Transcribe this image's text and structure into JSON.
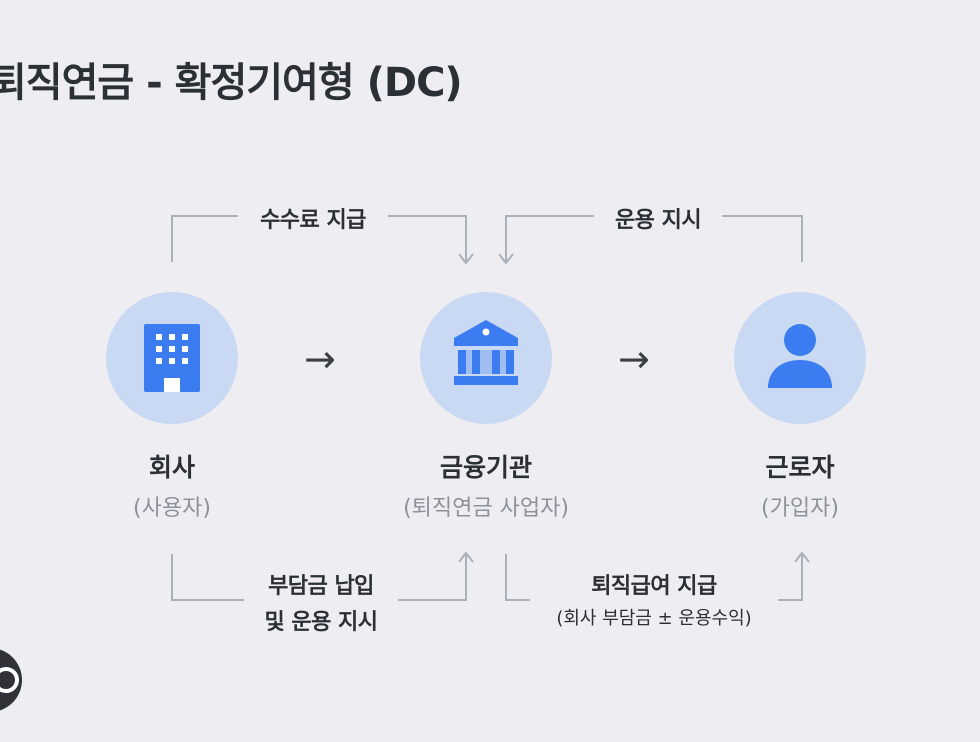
{
  "title": "퇴직연금 - 확정기여형 (DC)",
  "colors": {
    "background": "#eeeef2",
    "circle": "#c9d8f3",
    "icon": "#3b7cf0",
    "line": "#aab0ba",
    "text": "#2b2f36",
    "subtext": "#8c929c"
  },
  "nodes": {
    "company": {
      "name": "회사",
      "sub": "(사용자)",
      "icon": "building-icon"
    },
    "institution": {
      "name": "금융기관",
      "sub": "(퇴직연금 사업자)",
      "icon": "bank-icon"
    },
    "worker": {
      "name": "근로자",
      "sub": "(가입자)",
      "icon": "person-icon"
    }
  },
  "flows": {
    "fee_payment": "수수료 지급",
    "investment_instruction_top": "운용 지시",
    "contribution_line1": "부담금 납입",
    "contribution_line2": "및 운용 지시",
    "benefit_payment": "퇴직급여 지급",
    "benefit_detail": "(회사 부담금 ± 운용수익)"
  },
  "arrows": {
    "right": "→"
  },
  "fab_icon": "partial-circle-icon"
}
